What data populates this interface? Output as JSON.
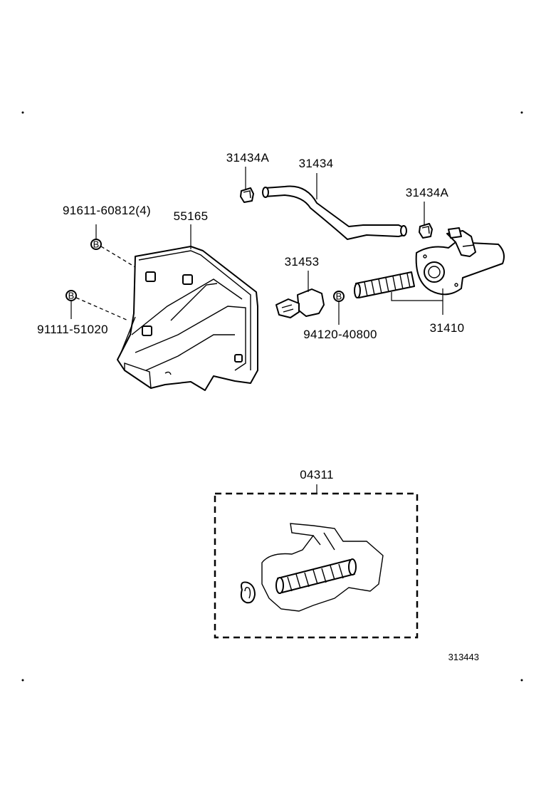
{
  "diagram": {
    "labels": {
      "p31434A_top": "31434A",
      "p31434": "31434",
      "p31434A_right": "31434A",
      "p91611": "91611-60812(4)",
      "p55165": "55165",
      "p31453": "31453",
      "p91111": "91111-51020",
      "p94120": "94120-40800",
      "p31410": "31410",
      "p04311": "04311"
    },
    "bolt_marker": "B",
    "illustration_id": "313443"
  }
}
